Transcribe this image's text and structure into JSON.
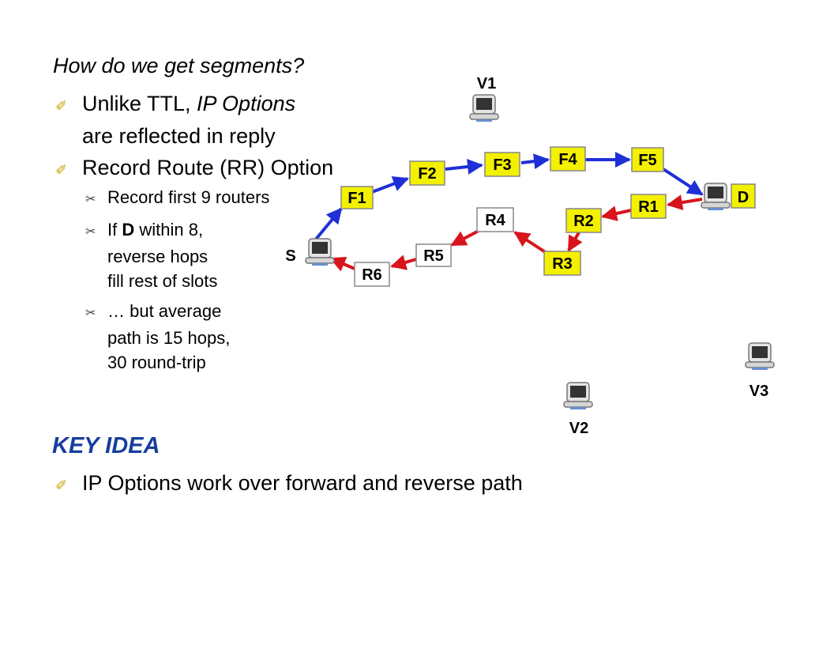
{
  "text": {
    "question": "How do we get segments?",
    "b1_prefix": "Unlike TTL, ",
    "b1_italic": "IP Options",
    "b1_rest": "are reflected in reply",
    "b2": "Record Route (RR) Option",
    "s1": "Record first 9 routers",
    "s2_prefix": "If ",
    "s2_bold": "D",
    "s2_rest_a": " within 8,",
    "s2_rest_b": "reverse hops",
    "s2_rest_c": "fill rest of slots",
    "s3_a": "… but average",
    "s3_b": "path is 15 hops,",
    "s3_c": "30 round-trip",
    "key_idea": "KEY IDEA",
    "b3": "IP Options work over forward and reverse path"
  },
  "diagram": {
    "forward_routers": [
      "F1",
      "F2",
      "F3",
      "F4",
      "F5"
    ],
    "reverse_routers": [
      "R1",
      "R2",
      "R3",
      "R4",
      "R5",
      "R6"
    ],
    "hosts": [
      "S",
      "D",
      "V1",
      "V2",
      "V3"
    ],
    "colors": {
      "forward_arrow": "#1f2fd6",
      "reverse_arrow": "#d8141c",
      "router_highlight": "#f3f000",
      "router_plain": "#ffffff",
      "key_idea": "#173e9c"
    },
    "highlighted": [
      "F1",
      "F2",
      "F3",
      "F4",
      "F5",
      "R1",
      "R2",
      "R3",
      "D"
    ]
  }
}
